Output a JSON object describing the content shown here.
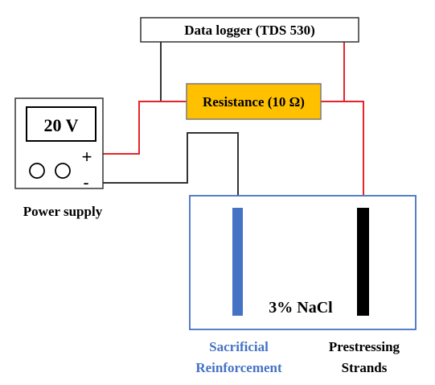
{
  "logger": {
    "label": "Data logger (TDS 530)"
  },
  "resistor": {
    "label": "Resistance (10 Ω)",
    "color": "#FFC000"
  },
  "power_supply": {
    "display": "20 V",
    "positive_symbol": "+",
    "negative_symbol": "-",
    "caption": "Power supply"
  },
  "tank": {
    "solution_label": "3% NaCl",
    "border_color": "#4472C4"
  },
  "electrodes": {
    "sacrificial": {
      "caption_line1": "Sacrificial",
      "caption_line2": "Reinforcement",
      "color": "#4472C4"
    },
    "strands": {
      "caption_line1": "Prestressing",
      "caption_line2": "Strands",
      "color": "#000000"
    }
  },
  "wire_colors": {
    "positive": "#E8232A",
    "negative": "#333333"
  }
}
